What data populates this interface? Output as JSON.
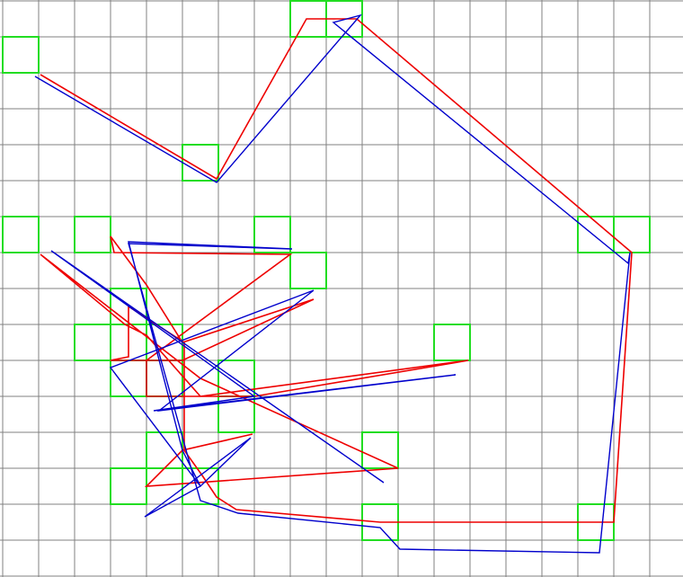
{
  "colors": {
    "background": "#ffffff",
    "grid": "#808080",
    "highlight": "#22dd22",
    "red_path": "#ee0000",
    "blue_path": "#0000cc"
  },
  "grid": {
    "columns": 19,
    "rows": 16
  },
  "highlighted_cells": [
    [
      8,
      0
    ],
    [
      9,
      0
    ],
    [
      0,
      1
    ],
    [
      5,
      4
    ],
    [
      0,
      6
    ],
    [
      2,
      6
    ],
    [
      7,
      6
    ],
    [
      16,
      6
    ],
    [
      17,
      6
    ],
    [
      8,
      7
    ],
    [
      3,
      8
    ],
    [
      2,
      9
    ],
    [
      3,
      9
    ],
    [
      4,
      9
    ],
    [
      12,
      9
    ],
    [
      3,
      10
    ],
    [
      4,
      10
    ],
    [
      6,
      10
    ],
    [
      6,
      11
    ],
    [
      4,
      12
    ],
    [
      10,
      12
    ],
    [
      3,
      13
    ],
    [
      5,
      13
    ],
    [
      10,
      14
    ],
    [
      16,
      14
    ]
  ],
  "red_path": [
    [
      1.05,
      2.05
    ],
    [
      5.95,
      4.95
    ],
    [
      8.45,
      0.5
    ],
    [
      9.85,
      0.5
    ],
    [
      17.5,
      7.0
    ],
    [
      17.0,
      14.5
    ],
    [
      10.5,
      14.5
    ],
    [
      6.5,
      14.15
    ],
    [
      5.95,
      13.8
    ],
    [
      5.55,
      13.2
    ],
    [
      5.05,
      12.5
    ],
    [
      5.05,
      10.0
    ],
    [
      5.05,
      9.5
    ],
    [
      3.5,
      8.5
    ],
    [
      3.5,
      9.4
    ],
    [
      3.5,
      9.9
    ],
    [
      3.0,
      10.0
    ],
    [
      5.0,
      10.0
    ],
    [
      8.65,
      8.3
    ],
    [
      5.0,
      9.5
    ],
    [
      4.0,
      7.9
    ],
    [
      3.0,
      6.55
    ],
    [
      3.1,
      7.0
    ],
    [
      8.0,
      7.05
    ],
    [
      4.0,
      10.0
    ],
    [
      4.0,
      11.0
    ],
    [
      7.0,
      11.0
    ],
    [
      12.95,
      10.0
    ],
    [
      5.5,
      11.0
    ],
    [
      4.0,
      9.3
    ],
    [
      3.4,
      9.0
    ],
    [
      1.05,
      7.05
    ],
    [
      5.5,
      10.5
    ],
    [
      11.0,
      13.0
    ],
    [
      4.0,
      13.5
    ],
    [
      5.0,
      12.5
    ],
    [
      6.95,
      12.05
    ]
  ],
  "blue_path": [
    [
      0.9,
      2.1
    ],
    [
      5.95,
      5.05
    ],
    [
      9.95,
      0.4
    ],
    [
      9.2,
      0.6
    ],
    [
      17.4,
      7.3
    ],
    [
      17.45,
      7.0
    ],
    [
      16.6,
      15.35
    ],
    [
      11.05,
      15.25
    ],
    [
      10.5,
      14.65
    ],
    [
      6.55,
      14.25
    ],
    [
      5.5,
      13.9
    ],
    [
      5.2,
      12.85
    ],
    [
      3.5,
      6.75
    ],
    [
      8.05,
      6.9
    ],
    [
      3.5,
      6.7
    ],
    [
      5.0,
      12.5
    ],
    [
      5.5,
      13.5
    ],
    [
      3.95,
      14.35
    ],
    [
      6.9,
      12.15
    ],
    [
      5.5,
      13.5
    ],
    [
      3.0,
      10.2
    ],
    [
      8.65,
      8.05
    ],
    [
      4.35,
      11.4
    ],
    [
      12.6,
      10.4
    ],
    [
      4.2,
      11.4
    ],
    [
      7.0,
      11.0
    ],
    [
      1.35,
      6.95
    ],
    [
      10.6,
      13.4
    ]
  ]
}
